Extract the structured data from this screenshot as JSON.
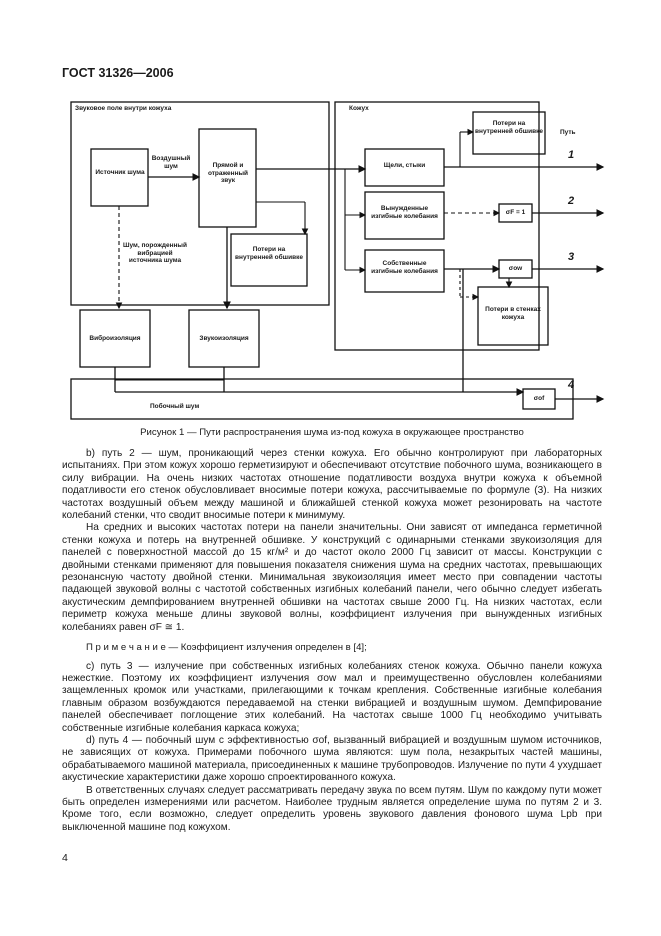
{
  "header": {
    "title": "ГОСТ 31326—2006"
  },
  "figure": {
    "left_box_title": "Звуковое поле внутри кожуха",
    "right_box_title": "Кожух",
    "source": "Источник шума",
    "airborne": "Воздушный шум",
    "direct_reflected": "Прямой и отраженный звук",
    "structural": "Шум, порожденный вибрацией источника шума",
    "inner_lining_loss_left": "Потери на внутренней обшивке",
    "inner_lining_loss_right": "Потери на внутренней обшивке",
    "gaps": "Щели, стыки",
    "forced": "Вынужденные изгибные колебания",
    "natural": "Собственные изгибные колебания",
    "wall_loss": "Потери в стенках кожуха",
    "vibration_isolation": "Виброизоляция",
    "sound_insulation": "Звукоизоляция",
    "secondary_noise": "Побочный шум",
    "path_label": "Путь",
    "sigma_f": "σF = 1",
    "sigma_ow": "σow",
    "sigma_of": "σof",
    "paths": [
      "1",
      "2",
      "3",
      "4"
    ]
  },
  "caption": "Рисунок 1 — Пути распространения шума из-под кожуха в окружающее пространство",
  "paragraphs": {
    "p1": "b) путь 2 — шум, проникающий через стенки кожуха. Его обычно контролируют при лабораторных испытаниях. При этом кожух хорошо герметизируют и обеспечивают отсутствие побочного шума, возникающего в силу вибрации. На очень низких частотах отношение податливости воздуха внутри кожуха к объемной податливости его стенок обусловливает вносимые потери кожуха, рассчитываемые по формуле (3). На низких частотах воздушный объем между машиной и ближайшей стенкой кожуха может резонировать на частоте колебаний стенки, что сводит вносимые потери к минимуму.",
    "p2": "На средних и высоких частотах потери на панели значительны. Они зависят от импеданса герметичной стенки кожуха и потерь на внутренней обшивке. У конструкций с одинарными стенками звукоизоляция для панелей с поверхностной массой до 15 кг/м² и до частот около 2000 Гц зависит от массы. Конструкции с двойными стенками применяют для повышения показателя снижения шума на средних частотах, превышающих резонансную частоту двойной стенки. Минимальная звукоизоляция имеет место при совпадении частоты падающей звуковой волны с частотой собственных изгибных колебаний панели, чего обычно следует избегать акустическим демпфированием внутренней обшивки на частотах свыше 2000 Гц. На низких частотах, если периметр кожуха меньше длины звуковой волны, коэффициент излучения при вынужденных изгибных колебаниях равен σF ≅ 1.",
    "note": "П р и м е ч а н и е — Коэффициент излучения определен в [4];",
    "p3": "c) путь 3 — излучение при собственных изгибных колебаниях стенок кожуха. Обычно панели кожуха нежесткие. Поэтому их коэффициент излучения σow мал и преимущественно обусловлен колебаниями защемленных кромок или участками, прилегающими к точкам крепления. Собственные изгибные колебания главным образом возбуждаются передаваемой на стенки вибрацией и воздушным шумом. Демпфирование панелей обеспечивает поглощение этих колебаний. На частотах свыше 1000 Гц необходимо учитывать собственные изгибные колебания каркаса кожуха;",
    "p4": "d) путь 4 — побочный шум с эффективностью σof, вызванный вибрацией и воздушным шумом источников, не зависящих от кожуха. Примерами побочного шума являются: шум пола, незакрытых частей машины, обрабатываемого машиной материала, присоединенных к машине трубопроводов. Излучение по пути 4 ухудшает акустические характеристики даже хорошо спроектированного кожуха.",
    "p5": "В ответственных случаях следует рассматривать передачу звука по всем путям. Шум по каждому пути может быть определен измерениями или расчетом. Наиболее трудным является определение шума по путям 2 и 3. Кроме того, если возможно, следует определить уровень звукового давления фонового шума Lpb при выключенной машине под кожухом."
  },
  "page_number": "4"
}
